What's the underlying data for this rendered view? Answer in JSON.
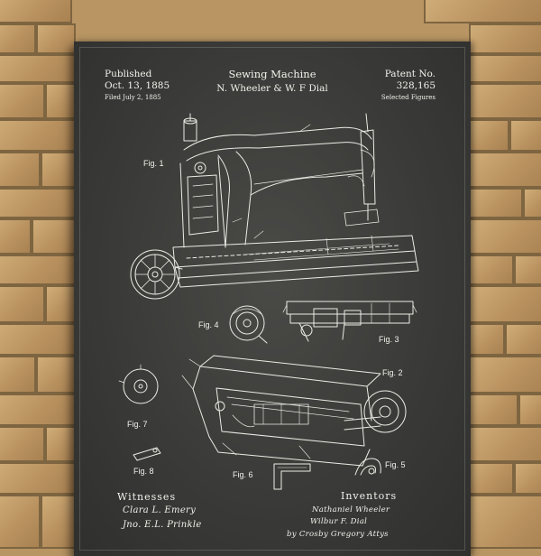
{
  "header": {
    "published_label": "Published",
    "published_date": "Oct. 13, 1885",
    "filed": "Filed July 2, 1885",
    "title": "Sewing Machine",
    "inventors_line": "N. Wheeler & W. F Dial",
    "patent_label": "Patent No.",
    "patent_number": "328,165",
    "selected": "Selected Figures"
  },
  "figures": {
    "fig1": "Fig. 1",
    "fig2": "Fig. 2",
    "fig3": "Fig. 3",
    "fig4": "Fig. 4",
    "fig5": "Fig. 5",
    "fig6": "Fig. 6",
    "fig7": "Fig. 7",
    "fig8": "Fig. 8"
  },
  "footer": {
    "witnesses_label": "Witnesses",
    "inventors_label": "Inventors",
    "witness_1": "Clara L. Emery",
    "witness_2": "Jno. E.L. Prinkle",
    "inventor_1": "Nathaniel Wheeler",
    "inventor_2": "Wilbur F. Dial",
    "attorneys": "by Crosby Gregory Attys"
  },
  "colors": {
    "chalkboard": "#393937",
    "chalk_line": "#f1f1ec",
    "wall_stone": "#c9a46f"
  }
}
